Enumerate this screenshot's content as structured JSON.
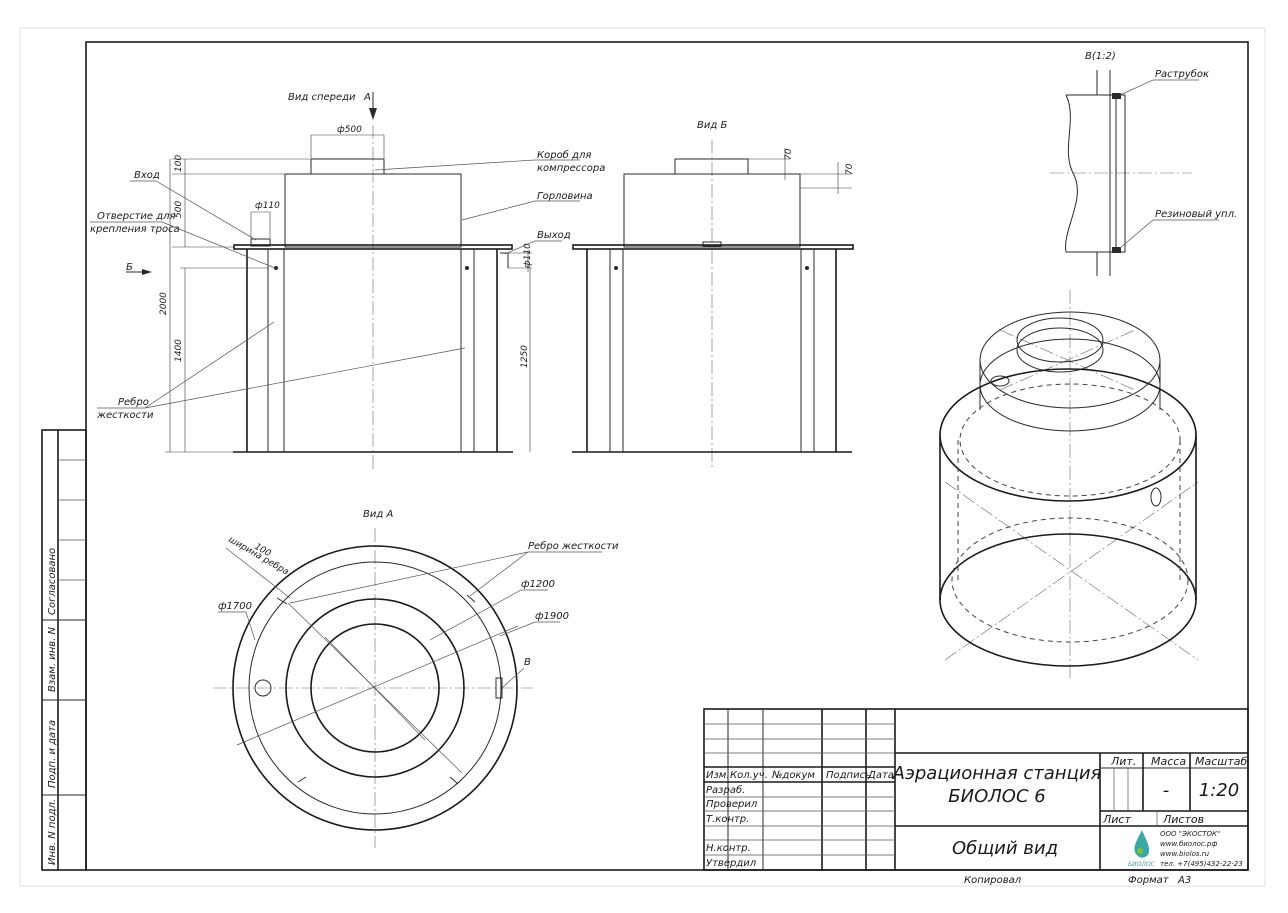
{
  "views": {
    "front_title": "Вид спереди",
    "section_letter_a": "А",
    "view_b_title": "Вид Б",
    "view_a_title": "Вид А",
    "detail_title": "В(1:2)",
    "arrow_b": "Б",
    "marker_v": "В"
  },
  "callouts": {
    "compressor_box_1": "Короб для",
    "compressor_box_2": "компрессора",
    "neck": "Горловина",
    "inlet": "Вход",
    "hole_1": "Отверстие для",
    "hole_2": "крепления троса",
    "outlet": "Выход",
    "rib_1": "Ребро",
    "rib_2": "жесткости",
    "rib_top": "Ребро жесткости",
    "rib_width_1": "ширина ребра",
    "socket": "Раструбок",
    "rubber_seal": "Резиновый упл."
  },
  "dimensions": {
    "d500": "ф500",
    "d110_top": "ф110",
    "d110_right": "ф110",
    "h100": "100",
    "h500": "500",
    "h2000": "2000",
    "h1400": "1400",
    "h1250": "1250",
    "h70_a": "70",
    "h70_b": "70",
    "rib_width": "100",
    "d1700": "ф1700",
    "d1200": "ф1200",
    "d1900": "ф1900"
  },
  "side_stamp": {
    "agreed": "Согласовано",
    "replacing": "Взам. инв. N",
    "signature_date": "Подп. и дата",
    "inventory": "Инв. N подл."
  },
  "title_block": {
    "col_izm": "Изм.",
    "col_kol": "Кол.уч.",
    "col_doc": "№докум",
    "col_sign": "Подпись",
    "col_date": "Дата",
    "row_developed": "Разраб.",
    "row_checked": "Проверил",
    "row_tcontrol": "Т.контр.",
    "row_ncontrol": "Н.контр.",
    "row_approved": "Утвердил",
    "title_line1": "Аэрационная станция",
    "title_line2": "БИОЛОС 6",
    "subtitle": "Общий вид",
    "lit_label": "Лит.",
    "mass_label": "Масса",
    "scale_label": "Масштаб",
    "mass_value": "-",
    "scale_value": "1:20",
    "sheet_label": "Лист",
    "sheets_label": "Листов",
    "company": "ООО \"ЭКОСТОК\"",
    "web1": "www.биолос.рф",
    "web2": "www.biolos.ru",
    "phone": "тел. +7(495)432-22-23",
    "logo_text": "БИОЛОС",
    "copied": "Копировал",
    "format_label": "Формат",
    "format_value": "А3"
  },
  "colors": {
    "line": "#2a2a2a",
    "paper": "#ffffff",
    "logo_teal": "#3aa7a0",
    "logo_green": "#7cbf3a"
  }
}
